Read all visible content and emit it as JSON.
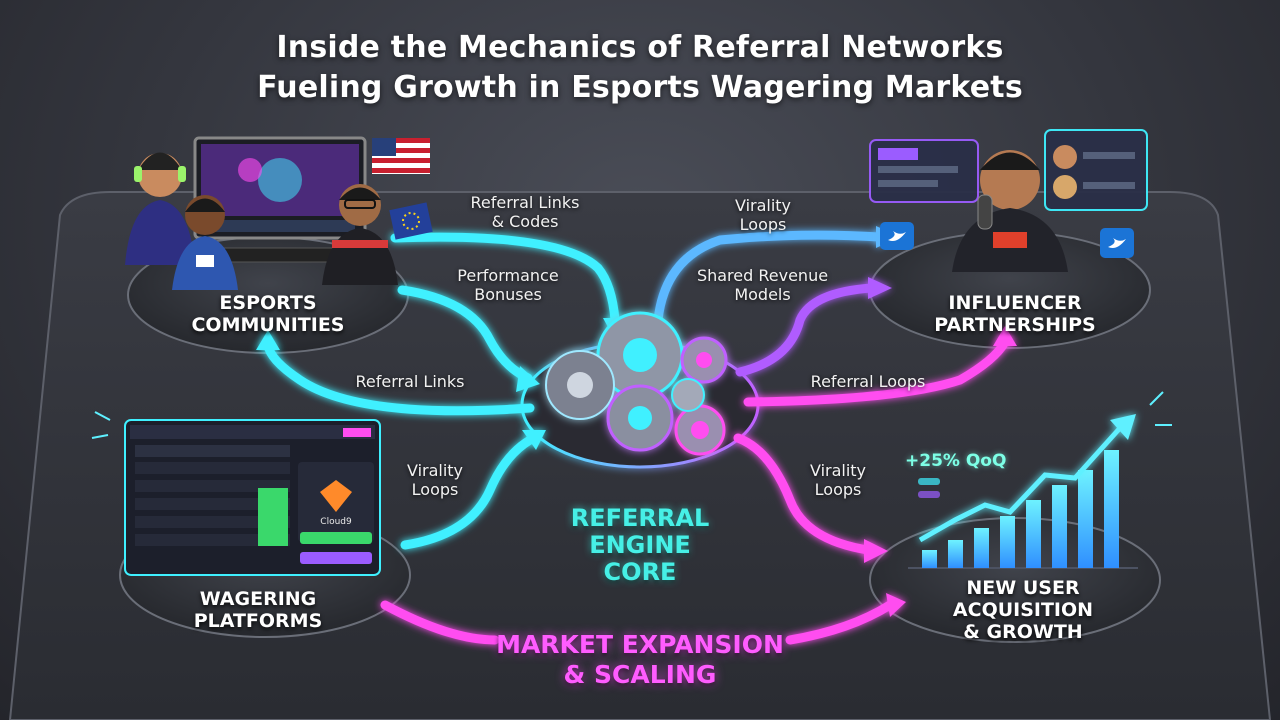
{
  "title": {
    "line1": "Inside the Mechanics of Referral Networks",
    "line2": "Fueling Growth in Esports Wagering Markets"
  },
  "nodes": {
    "esports": {
      "line1": "ESPORTS",
      "line2": "COMMUNITIES"
    },
    "influencer": {
      "line1": "INFLUENCER",
      "line2": "PARTNERSHIPS"
    },
    "wagering": {
      "line1": "WAGERING",
      "line2": "PLATFORMS"
    },
    "growth": {
      "line1": "NEW USER",
      "line2": "ACQUISITION",
      "line3": "& GROWTH",
      "stat": "+25% QoQ"
    },
    "core": {
      "line1": "REFERRAL",
      "line2": "ENGINE",
      "line3": "CORE"
    },
    "expansion": {
      "line1": "MARKET EXPANSION",
      "line2": "& SCALING"
    }
  },
  "edges": {
    "referral_links_codes": {
      "line1": "Referral Links",
      "line2": "& Codes"
    },
    "performance_bonuses": {
      "line1": "Performance",
      "line2": "Bonuses"
    },
    "referral_links": {
      "line1": "Referral Links"
    },
    "virality_loops_top": {
      "line1": "Virality",
      "line2": "Loops"
    },
    "shared_revenue": {
      "line1": "Shared Revenue",
      "line2": "Models"
    },
    "referral_loops": {
      "line1": "Referral Loops"
    },
    "virality_loops_left": {
      "line1": "Virality",
      "line2": "Loops"
    },
    "virality_loops_right": {
      "line1": "Virality",
      "line2": "Loops"
    }
  },
  "platform_card": {
    "team_name": "Cloud9"
  },
  "colors": {
    "cyan": "#3ff0ff",
    "magenta": "#ff4df0",
    "violet": "#b05cff",
    "platform_dark": "#2b2d35",
    "accent_green": "#3ad86b"
  }
}
